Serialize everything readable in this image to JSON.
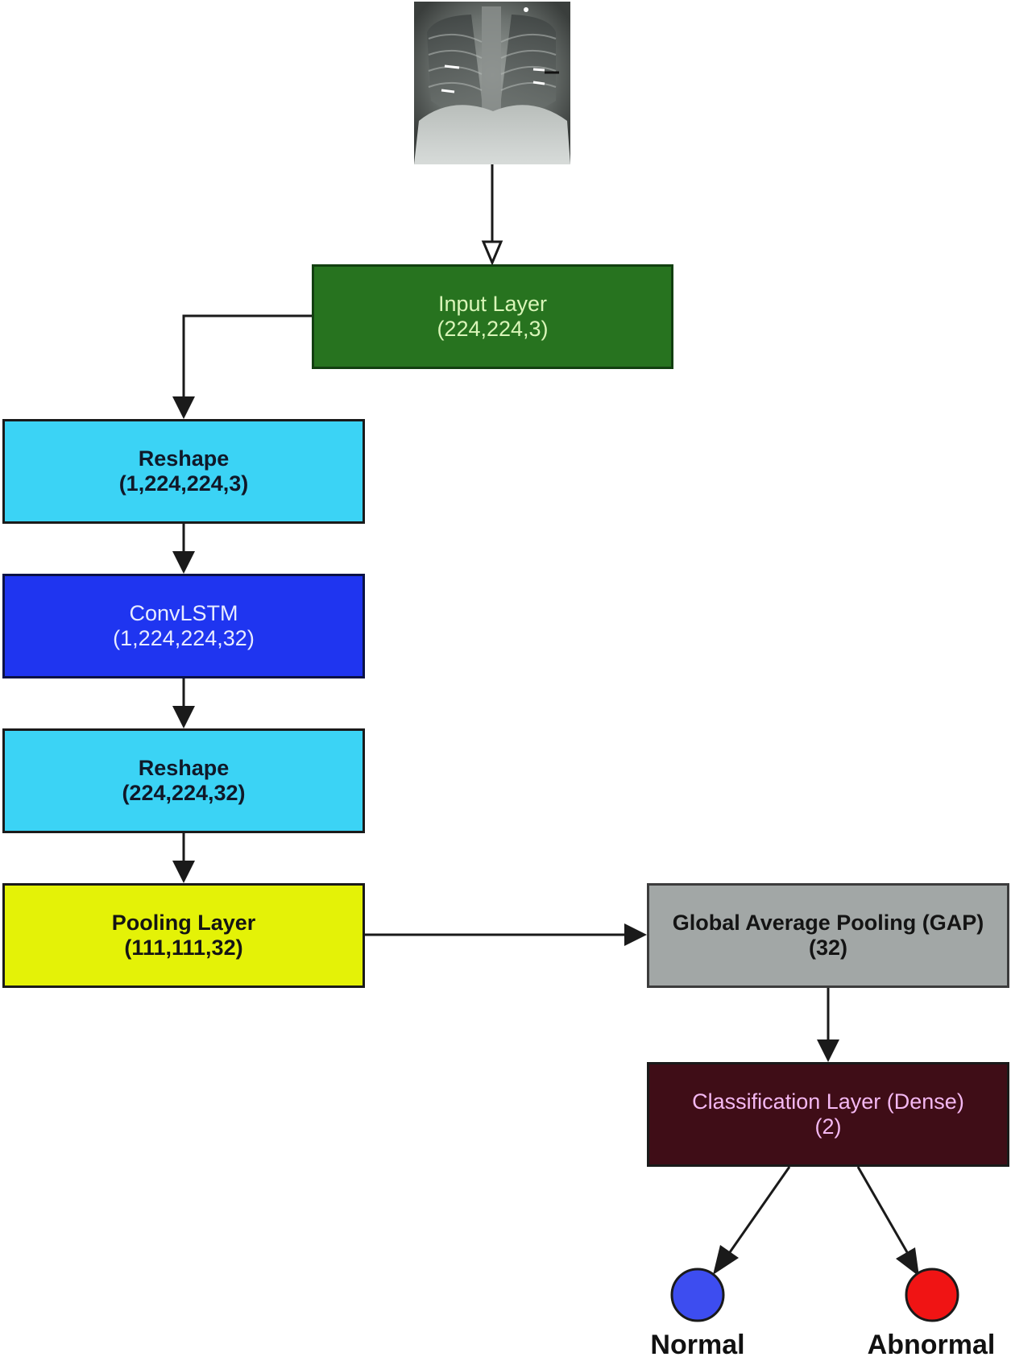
{
  "nodes": {
    "input_layer": {
      "title": "Input Layer",
      "shape": "(224,224,3)"
    },
    "reshape_1": {
      "title": "Reshape",
      "shape": "(1,224,224,3)"
    },
    "convlstm": {
      "title": "ConvLSTM",
      "shape": "(1,224,224,32)"
    },
    "reshape_2": {
      "title": "Reshape",
      "shape": "(224,224,32)"
    },
    "pooling_layer": {
      "title": "Pooling Layer",
      "shape": "(111,111,32)"
    },
    "gap_layer": {
      "title": "Global Average Pooling (GAP)",
      "shape": "(32)"
    },
    "classification_layer": {
      "title": "Classification Layer (Dense)",
      "shape": "(2)"
    }
  },
  "outputs": {
    "normal": {
      "label": "Normal",
      "color": "#3d4df0"
    },
    "abnormal": {
      "label": "Abnormal",
      "color": "#f01414"
    }
  },
  "input_image": {
    "kind": "chest x-ray"
  },
  "colors": {
    "input_layer": "#27731f",
    "reshape": "#3bd3f5",
    "convlstm": "#1f35f0",
    "pooling": "#e4f207",
    "gap": "#a2a7a6",
    "classification": "#3f0d17",
    "edge": "#1a1a1a"
  }
}
